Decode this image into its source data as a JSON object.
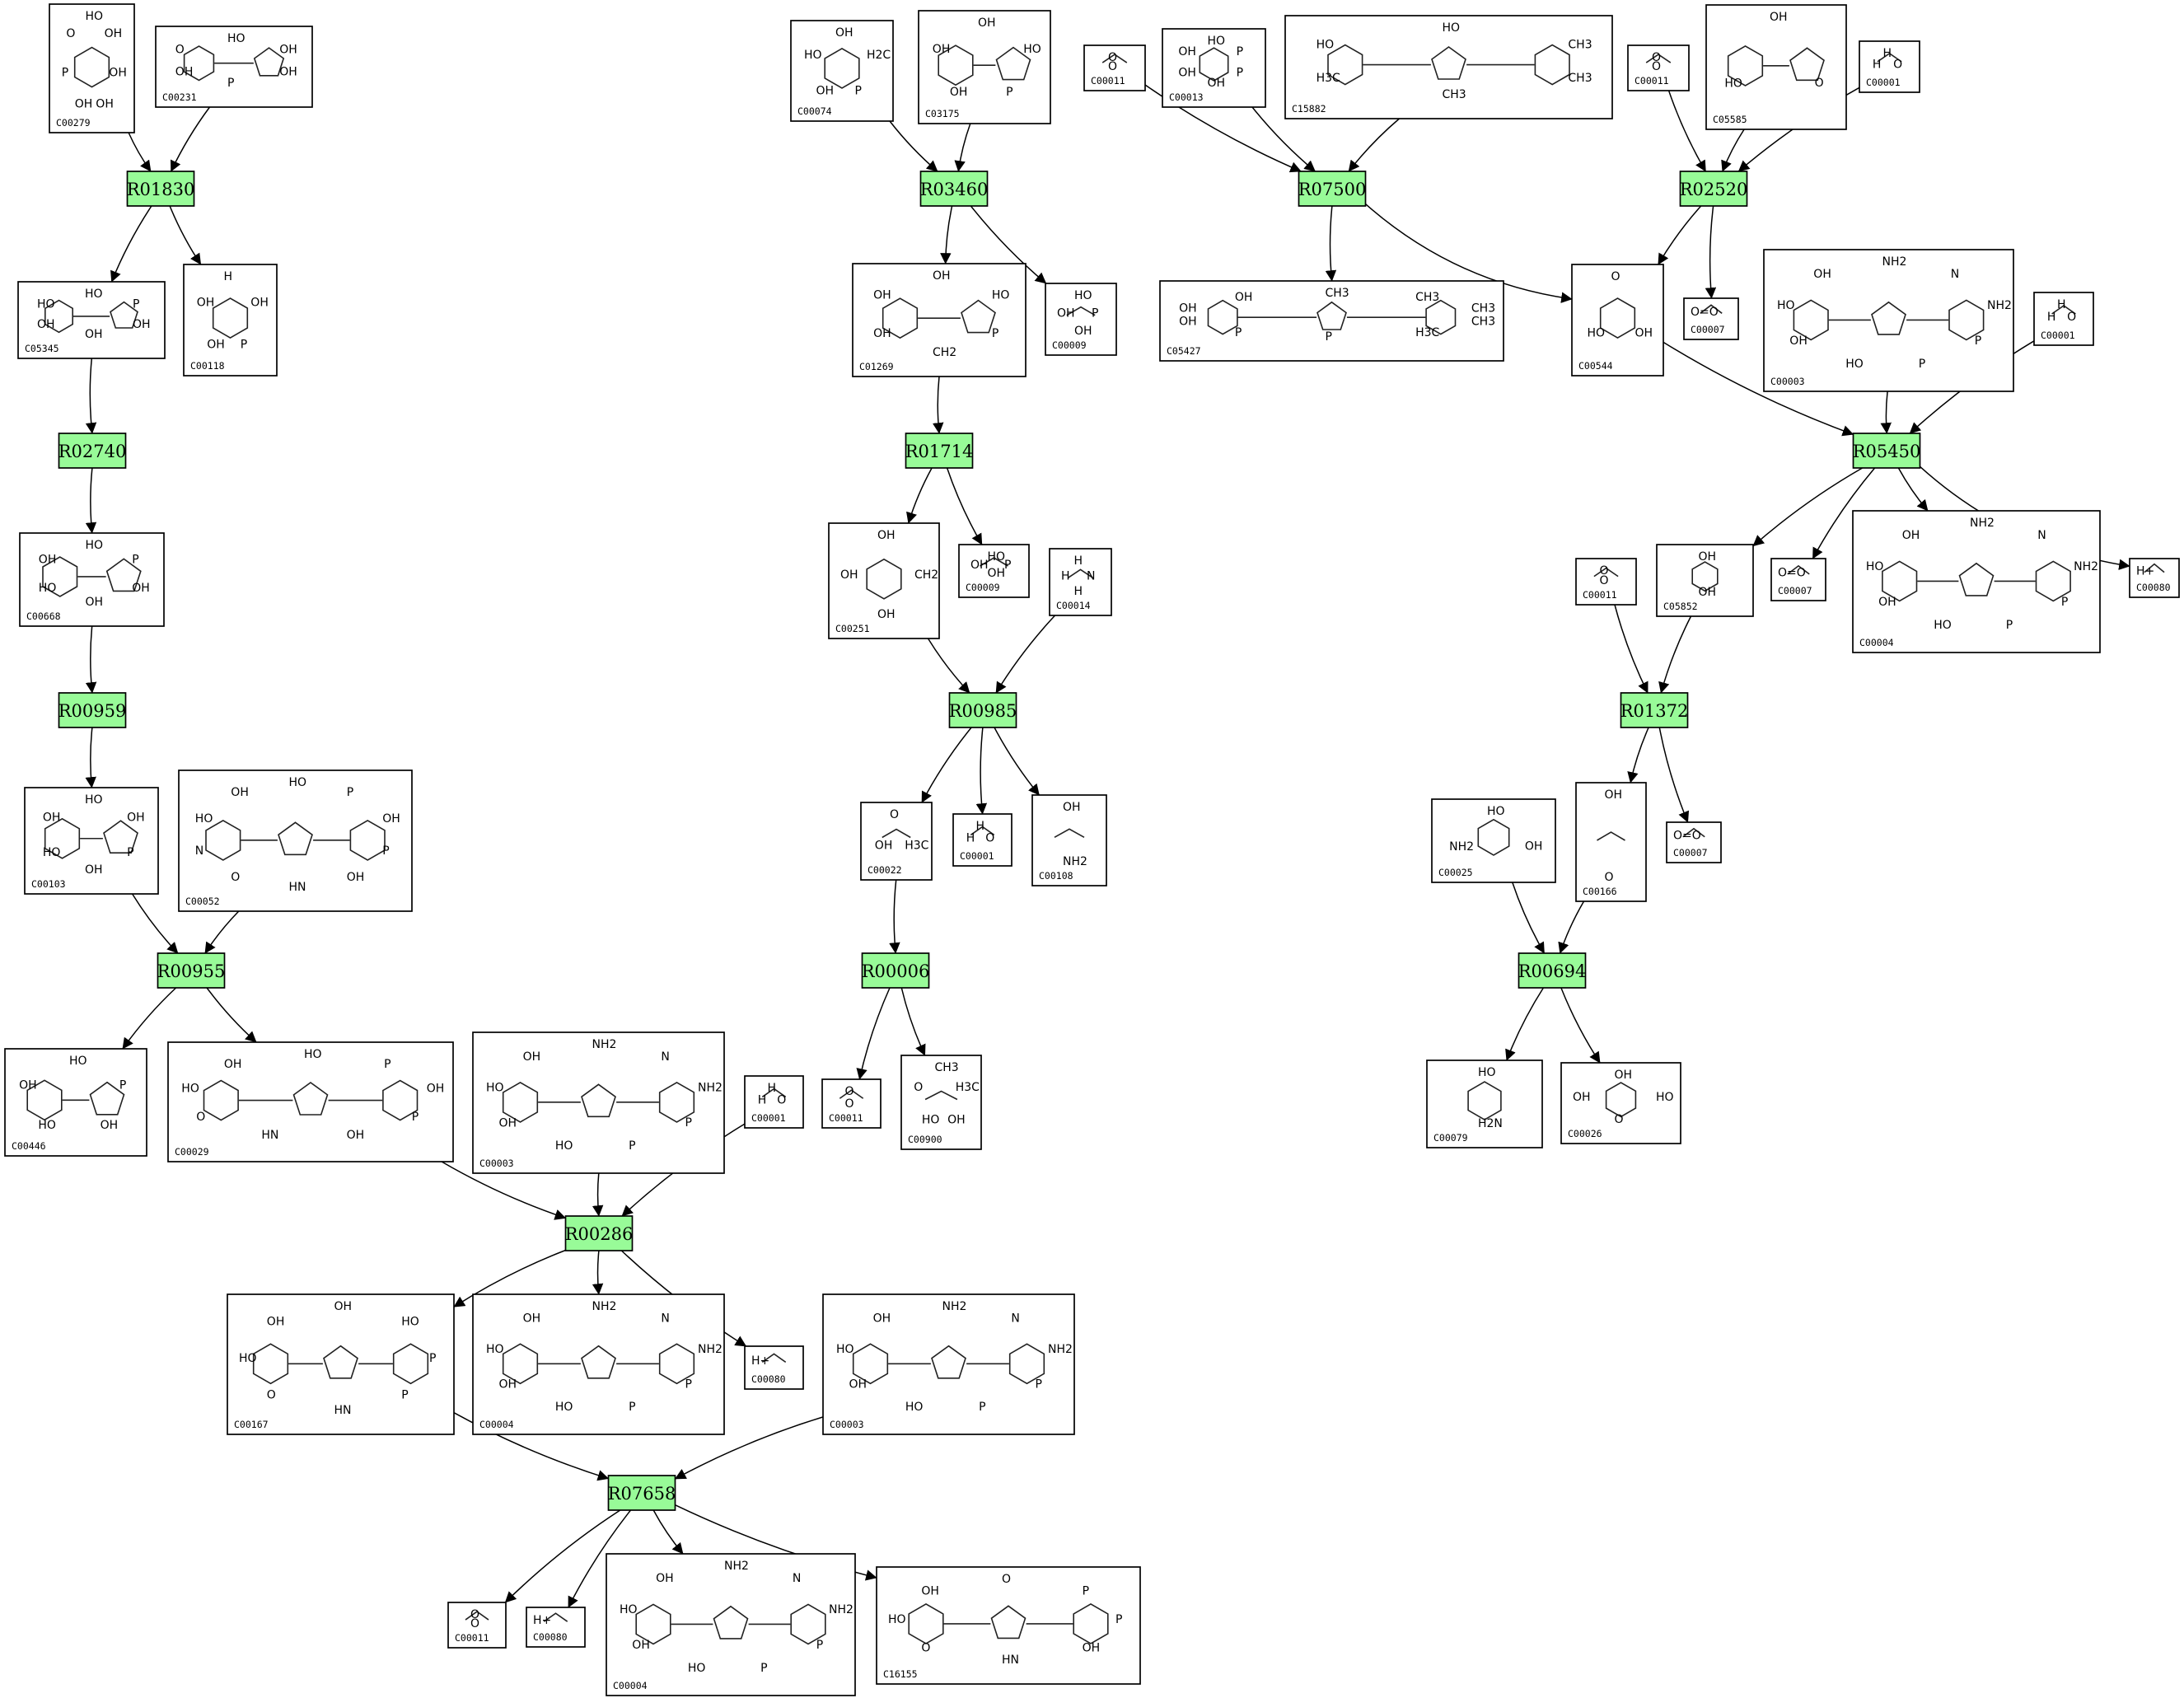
{
  "reactions": [
    {
      "id": "R01830",
      "label": "R01830"
    },
    {
      "id": "R02740",
      "label": "R02740"
    },
    {
      "id": "R00959",
      "label": "R00959"
    },
    {
      "id": "R00955",
      "label": "R00955"
    },
    {
      "id": "R00286",
      "label": "R00286"
    },
    {
      "id": "R07658",
      "label": "R07658"
    },
    {
      "id": "R03460",
      "label": "R03460"
    },
    {
      "id": "R01714",
      "label": "R01714"
    },
    {
      "id": "R00985",
      "label": "R00985"
    },
    {
      "id": "R00006",
      "label": "R00006"
    },
    {
      "id": "R07500",
      "label": "R07500"
    },
    {
      "id": "R02520",
      "label": "R02520"
    },
    {
      "id": "R05450",
      "label": "R05450"
    },
    {
      "id": "R01372",
      "label": "R01372"
    },
    {
      "id": "R00694",
      "label": "R00694"
    }
  ],
  "compounds": [
    {
      "key": "c_c00279",
      "id": "C00279",
      "labels": [
        "HO",
        "OH",
        "OH",
        "OH",
        "OH",
        "P",
        "O"
      ]
    },
    {
      "key": "c_c00231",
      "id": "C00231",
      "labels": [
        "HO",
        "OH",
        "OH",
        "P",
        "OH",
        "O"
      ]
    },
    {
      "key": "c_c05345",
      "id": "C05345",
      "labels": [
        "HO",
        "P",
        "OH",
        "OH",
        "OH",
        "HO"
      ]
    },
    {
      "key": "c_c00118",
      "id": "C00118",
      "labels": [
        "H",
        "OH",
        "P",
        "OH",
        "OH"
      ]
    },
    {
      "key": "c_c00668",
      "id": "C00668",
      "labels": [
        "HO",
        "P",
        "OH",
        "OH",
        "HO",
        "OH"
      ]
    },
    {
      "key": "c_c00103",
      "id": "C00103",
      "labels": [
        "HO",
        "OH",
        "P",
        "OH",
        "HO",
        "OH"
      ]
    },
    {
      "key": "c_c00052",
      "id": "C00052",
      "labels": [
        "HO",
        "P",
        "OH",
        "P",
        "OH",
        "HN",
        "O",
        "N",
        "HO",
        "OH"
      ]
    },
    {
      "key": "c_c00446",
      "id": "C00446",
      "labels": [
        "HO",
        "P",
        "OH",
        "HO",
        "OH"
      ]
    },
    {
      "key": "c_c00029",
      "id": "C00029",
      "labels": [
        "HO",
        "P",
        "OH",
        "P",
        "OH",
        "HN",
        "O",
        "HO",
        "OH"
      ]
    },
    {
      "key": "c_c00003_a",
      "id": "C00003",
      "labels": [
        "NH2",
        "N",
        "NH2",
        "P",
        "P",
        "HO",
        "OH",
        "HO",
        "OH"
      ]
    },
    {
      "key": "c_c00001_a",
      "id": "C00001",
      "labels": [
        "H",
        "O",
        "H"
      ]
    },
    {
      "key": "c_c00167",
      "id": "C00167",
      "labels": [
        "OH",
        "HO",
        "P",
        "P",
        "HN",
        "O",
        "HO",
        "OH"
      ]
    },
    {
      "key": "c_c00004_a",
      "id": "C00004",
      "labels": [
        "NH2",
        "N",
        "NH2",
        "P",
        "P",
        "HO",
        "OH",
        "HO",
        "OH"
      ]
    },
    {
      "key": "c_c00080_a",
      "id": "C00080",
      "labels": [
        "H+"
      ]
    },
    {
      "key": "c_c00003_b",
      "id": "C00003",
      "labels": [
        "NH2",
        "N",
        "NH2",
        "P",
        "P",
        "HO",
        "OH",
        "HO",
        "OH"
      ]
    },
    {
      "key": "c_c00011_a",
      "id": "C00011",
      "labels": [
        "O",
        "O"
      ]
    },
    {
      "key": "c_c00080_b",
      "id": "C00080",
      "labels": [
        "H+"
      ]
    },
    {
      "key": "c_c00004_b",
      "id": "C00004",
      "labels": [
        "NH2",
        "N",
        "NH2",
        "P",
        "P",
        "HO",
        "OH",
        "HO",
        "OH"
      ]
    },
    {
      "key": "c_c16155",
      "id": "C16155",
      "labels": [
        "O",
        "P",
        "P",
        "OH",
        "HN",
        "O",
        "HO",
        "OH"
      ]
    },
    {
      "key": "c_c00074",
      "id": "C00074",
      "labels": [
        "OH",
        "H2C",
        "P",
        "OH",
        "HO"
      ]
    },
    {
      "key": "c_c03175",
      "id": "C03175",
      "labels": [
        "OH",
        "HO",
        "P",
        "OH",
        "OH"
      ]
    },
    {
      "key": "c_c01269",
      "id": "C01269",
      "labels": [
        "OH",
        "HO",
        "P",
        "CH2",
        "OH",
        "OH"
      ]
    },
    {
      "key": "c_c00009_a",
      "id": "C00009",
      "labels": [
        "HO",
        "P",
        "OH",
        "OH"
      ]
    },
    {
      "key": "c_c00251",
      "id": "C00251",
      "labels": [
        "OH",
        "CH2",
        "OH",
        "OH"
      ]
    },
    {
      "key": "c_c00009_b",
      "id": "C00009",
      "labels": [
        "HO",
        "P",
        "OH",
        "OH"
      ]
    },
    {
      "key": "c_c00014",
      "id": "C00014",
      "labels": [
        "H",
        "N",
        "H",
        "H"
      ]
    },
    {
      "key": "c_c00022",
      "id": "C00022",
      "labels": [
        "O",
        "H3C",
        "OH"
      ]
    },
    {
      "key": "c_c00001_b",
      "id": "C00001",
      "labels": [
        "H",
        "O",
        "H"
      ]
    },
    {
      "key": "c_c00108",
      "id": "C00108",
      "labels": [
        "OH",
        "NH2"
      ]
    },
    {
      "key": "c_c00011_b",
      "id": "C00011",
      "labels": [
        "O",
        "O"
      ]
    },
    {
      "key": "c_c00900",
      "id": "C00900",
      "labels": [
        "CH3",
        "H3C",
        "OH",
        "HO",
        "O"
      ]
    },
    {
      "key": "c_c00011_c",
      "id": "C00011",
      "labels": [
        "O",
        "O"
      ]
    },
    {
      "key": "c_c00013",
      "id": "C00013",
      "labels": [
        "HO",
        "P",
        "P",
        "OH",
        "OH",
        "OH"
      ]
    },
    {
      "key": "c_c15882",
      "id": "C15882",
      "labels": [
        "HO",
        "CH3",
        "CH3",
        "CH3",
        "H3C",
        "HO"
      ]
    },
    {
      "key": "c_c05427",
      "id": "C05427",
      "labels": [
        "CH3",
        "CH3",
        "CH3",
        "CH3",
        "H3C",
        "P",
        "P",
        "OH",
        "OH",
        "OH"
      ]
    },
    {
      "key": "c_c00011_d",
      "id": "C00011",
      "labels": [
        "O",
        "O"
      ]
    },
    {
      "key": "c_c05585",
      "id": "C05585",
      "labels": [
        "OH",
        "O",
        "HO"
      ]
    },
    {
      "key": "c_c00001_c",
      "id": "C00001",
      "labels": [
        "H",
        "O",
        "H"
      ]
    },
    {
      "key": "c_c00544",
      "id": "C00544",
      "labels": [
        "O",
        "OH",
        "HO"
      ]
    },
    {
      "key": "c_c00007_a",
      "id": "C00007",
      "labels": [
        "O=O"
      ]
    },
    {
      "key": "c_c00003_c",
      "id": "C00003",
      "labels": [
        "NH2",
        "N",
        "NH2",
        "P",
        "P",
        "HO",
        "OH",
        "HO",
        "OH"
      ]
    },
    {
      "key": "c_c00001_d",
      "id": "C00001",
      "labels": [
        "H",
        "O",
        "H"
      ]
    },
    {
      "key": "c_c00011_e",
      "id": "C00011",
      "labels": [
        "O",
        "O"
      ]
    },
    {
      "key": "c_c05852",
      "id": "C05852",
      "labels": [
        "OH",
        "OH"
      ]
    },
    {
      "key": "c_c00007_b",
      "id": "C00007",
      "labels": [
        "O=O"
      ]
    },
    {
      "key": "c_c00004_c",
      "id": "C00004",
      "labels": [
        "NH2",
        "N",
        "NH2",
        "P",
        "P",
        "HO",
        "OH",
        "HO",
        "OH"
      ]
    },
    {
      "key": "c_c00080_c",
      "id": "C00080",
      "labels": [
        "H+"
      ]
    },
    {
      "key": "c_c00025",
      "id": "C00025",
      "labels": [
        "HO",
        "OH",
        "NH2"
      ]
    },
    {
      "key": "c_c00166",
      "id": "C00166",
      "labels": [
        "OH",
        "O"
      ]
    },
    {
      "key": "c_c00007_c",
      "id": "C00007",
      "labels": [
        "O=O"
      ]
    },
    {
      "key": "c_c00079",
      "id": "C00079",
      "labels": [
        "HO",
        "H2N"
      ]
    },
    {
      "key": "c_c00026",
      "id": "C00026",
      "labels": [
        "OH",
        "HO",
        "O",
        "OH"
      ]
    }
  ],
  "edges": [
    {
      "from": "c_c00279",
      "to": "R01830"
    },
    {
      "from": "c_c00231",
      "to": "R01830"
    },
    {
      "from": "R01830",
      "to": "c_c05345"
    },
    {
      "from": "R01830",
      "to": "c_c00118"
    },
    {
      "from": "c_c05345",
      "to": "R02740"
    },
    {
      "from": "R02740",
      "to": "c_c00668"
    },
    {
      "from": "c_c00668",
      "to": "R00959"
    },
    {
      "from": "R00959",
      "to": "c_c00103"
    },
    {
      "from": "c_c00103",
      "to": "R00955"
    },
    {
      "from": "c_c00052",
      "to": "R00955"
    },
    {
      "from": "R00955",
      "to": "c_c00446"
    },
    {
      "from": "R00955",
      "to": "c_c00029"
    },
    {
      "from": "c_c00029",
      "to": "R00286"
    },
    {
      "from": "c_c00003_a",
      "to": "R00286"
    },
    {
      "from": "c_c00001_a",
      "to": "R00286"
    },
    {
      "from": "R00286",
      "to": "c_c00167"
    },
    {
      "from": "R00286",
      "to": "c_c00004_a"
    },
    {
      "from": "R00286",
      "to": "c_c00080_a"
    },
    {
      "from": "c_c00167",
      "to": "R07658"
    },
    {
      "from": "c_c00003_b",
      "to": "R07658"
    },
    {
      "from": "R07658",
      "to": "c_c00011_a"
    },
    {
      "from": "R07658",
      "to": "c_c00080_b"
    },
    {
      "from": "R07658",
      "to": "c_c00004_b"
    },
    {
      "from": "R07658",
      "to": "c_c16155"
    },
    {
      "from": "c_c00074",
      "to": "R03460"
    },
    {
      "from": "c_c03175",
      "to": "R03460"
    },
    {
      "from": "R03460",
      "to": "c_c01269"
    },
    {
      "from": "R03460",
      "to": "c_c00009_a"
    },
    {
      "from": "c_c01269",
      "to": "R01714"
    },
    {
      "from": "R01714",
      "to": "c_c00251"
    },
    {
      "from": "R01714",
      "to": "c_c00009_b"
    },
    {
      "from": "c_c00251",
      "to": "R00985"
    },
    {
      "from": "c_c00014",
      "to": "R00985"
    },
    {
      "from": "R00985",
      "to": "c_c00022"
    },
    {
      "from": "R00985",
      "to": "c_c00001_b"
    },
    {
      "from": "R00985",
      "to": "c_c00108"
    },
    {
      "from": "c_c00022",
      "to": "R00006"
    },
    {
      "from": "R00006",
      "to": "c_c00011_b"
    },
    {
      "from": "R00006",
      "to": "c_c00900"
    },
    {
      "from": "c_c00011_c",
      "to": "R07500"
    },
    {
      "from": "c_c00013",
      "to": "R07500"
    },
    {
      "from": "c_c15882",
      "to": "R07500"
    },
    {
      "from": "R07500",
      "to": "c_c05427"
    },
    {
      "from": "R07500",
      "to": "c_c00544"
    },
    {
      "from": "c_c00011_d",
      "to": "R02520"
    },
    {
      "from": "c_c05585",
      "to": "R02520"
    },
    {
      "from": "c_c00001_c",
      "to": "R02520"
    },
    {
      "from": "R02520",
      "to": "c_c00544"
    },
    {
      "from": "R02520",
      "to": "c_c00007_a"
    },
    {
      "from": "c_c00544",
      "to": "R05450"
    },
    {
      "from": "c_c00003_c",
      "to": "R05450"
    },
    {
      "from": "c_c00001_d",
      "to": "R05450"
    },
    {
      "from": "R05450",
      "to": "c_c05852"
    },
    {
      "from": "R05450",
      "to": "c_c00007_b"
    },
    {
      "from": "R05450",
      "to": "c_c00004_c"
    },
    {
      "from": "R05450",
      "to": "c_c00080_c"
    },
    {
      "from": "c_c00011_e",
      "to": "R01372"
    },
    {
      "from": "c_c05852",
      "to": "R01372"
    },
    {
      "from": "R01372",
      "to": "c_c00166"
    },
    {
      "from": "R01372",
      "to": "c_c00007_c"
    },
    {
      "from": "c_c00025",
      "to": "R00694"
    },
    {
      "from": "c_c00166",
      "to": "R00694"
    },
    {
      "from": "R00694",
      "to": "c_c00079"
    },
    {
      "from": "R00694",
      "to": "c_c00026"
    }
  ]
}
